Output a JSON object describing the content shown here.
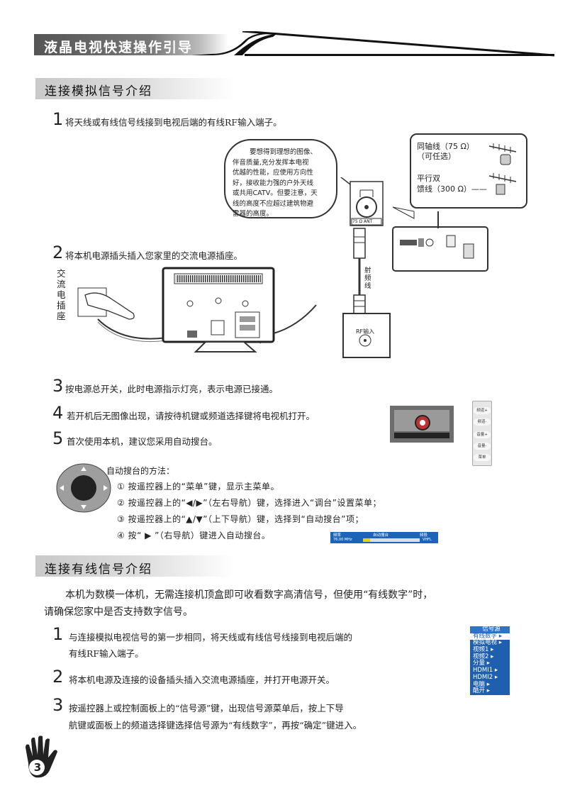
{
  "header": {
    "title": "液晶电视快速操作引导"
  },
  "section_analog": {
    "title": "连接模拟信号介绍",
    "steps": [
      {
        "num": "1",
        "text": "将天线或有线信号线接到电视后端的有线RF输入端子。"
      },
      {
        "num": "2",
        "text": "将本机电源插头插入您家里的交流电源插座。"
      },
      {
        "num": "3",
        "text": "按电源总开关，此时电源指示灯亮，表示电源已接通。"
      },
      {
        "num": "4",
        "text": "若开机后无图像出现，请按待机键或频道选择键将电视机打开。"
      },
      {
        "num": "5",
        "text": "首次使用本机，建议您采用自动搜台。"
      }
    ],
    "bubble_lines": [
      "要想得到理想的图像、",
      "伴音质量,充分发挥本电视",
      "优越的性能，应使用方向性",
      "好，接收能力强的户外天线",
      "或共用CATV。但要注意，天",
      "线的高度不应超过建筑物避",
      "雷器的高度。"
    ],
    "cable_labels": {
      "coax_line1": "同轴线（75 Ω）",
      "coax_line2": "（可任选）",
      "parallel_line1": "平行双",
      "parallel_line2": "馈线（300 Ω）——"
    },
    "ant_label": "75 Ω ANT",
    "rf_cable_label": [
      "射",
      "频",
      "线"
    ],
    "rf_input_label": "RF输入",
    "socket_label": [
      "交",
      "流",
      "电",
      "插",
      "座"
    ],
    "remote_buttons": [
      "频道+",
      "频道-",
      "音量+",
      "音量-",
      "菜单"
    ],
    "autoscan": {
      "title": "自动搜台的方法：",
      "items": [
        "① 按遥控器上的“菜单”键，显示主菜单。",
        "② 按遥控器上的“◀/▶”（左右导航）键，选择进入“调台”设置菜单；",
        "③ 按遥控器上的“▲/▼”（上下导航）键，选择到“自动搜台”项；",
        "④ 按“ ▶ ”（右导航）键进入自动搜台。"
      ],
      "bar_labels": [
        "频率",
        "自动搜台",
        "频段",
        "76.00 MHz",
        "VHFL"
      ],
      "bar_progress": 0.12
    }
  },
  "section_cable": {
    "title": "连接有线信号介绍",
    "intro_line1": "本机为数模一体机，无需连接机顶盒即可收看数字高清信号，但使用“有线数字”时，",
    "intro_line2": "请确保您家中是否支持数字信号。",
    "steps": [
      {
        "num": "1",
        "line1": "与连接模拟电视信号的第一步相同，将天线或有线信号线接到电视后端的",
        "line2": "有线RF输入端子。"
      },
      {
        "num": "2",
        "line1": "将本机电源及连接的设备插头插入交流电源插座，并打开电源开关。",
        "line2": ""
      },
      {
        "num": "3",
        "line1": "按遥控器上或控制面板上的“信号源”键，出现信号源菜单后，按上下导",
        "line2": "航键或面板上的频道选择键选择信号源为“有线数字”，再按“确定”键进入。"
      }
    ],
    "source_menu": {
      "title": "信号源",
      "items": [
        "有线数字 ▸",
        "模拟电视 ▸",
        "视频1 ▸",
        "视频2 ▸",
        "分量 ▸",
        "HDMI1 ▸",
        "HDMI2 ▸",
        "电脑 ▸",
        "酷开 ▸"
      ]
    }
  },
  "page_number": "3"
}
